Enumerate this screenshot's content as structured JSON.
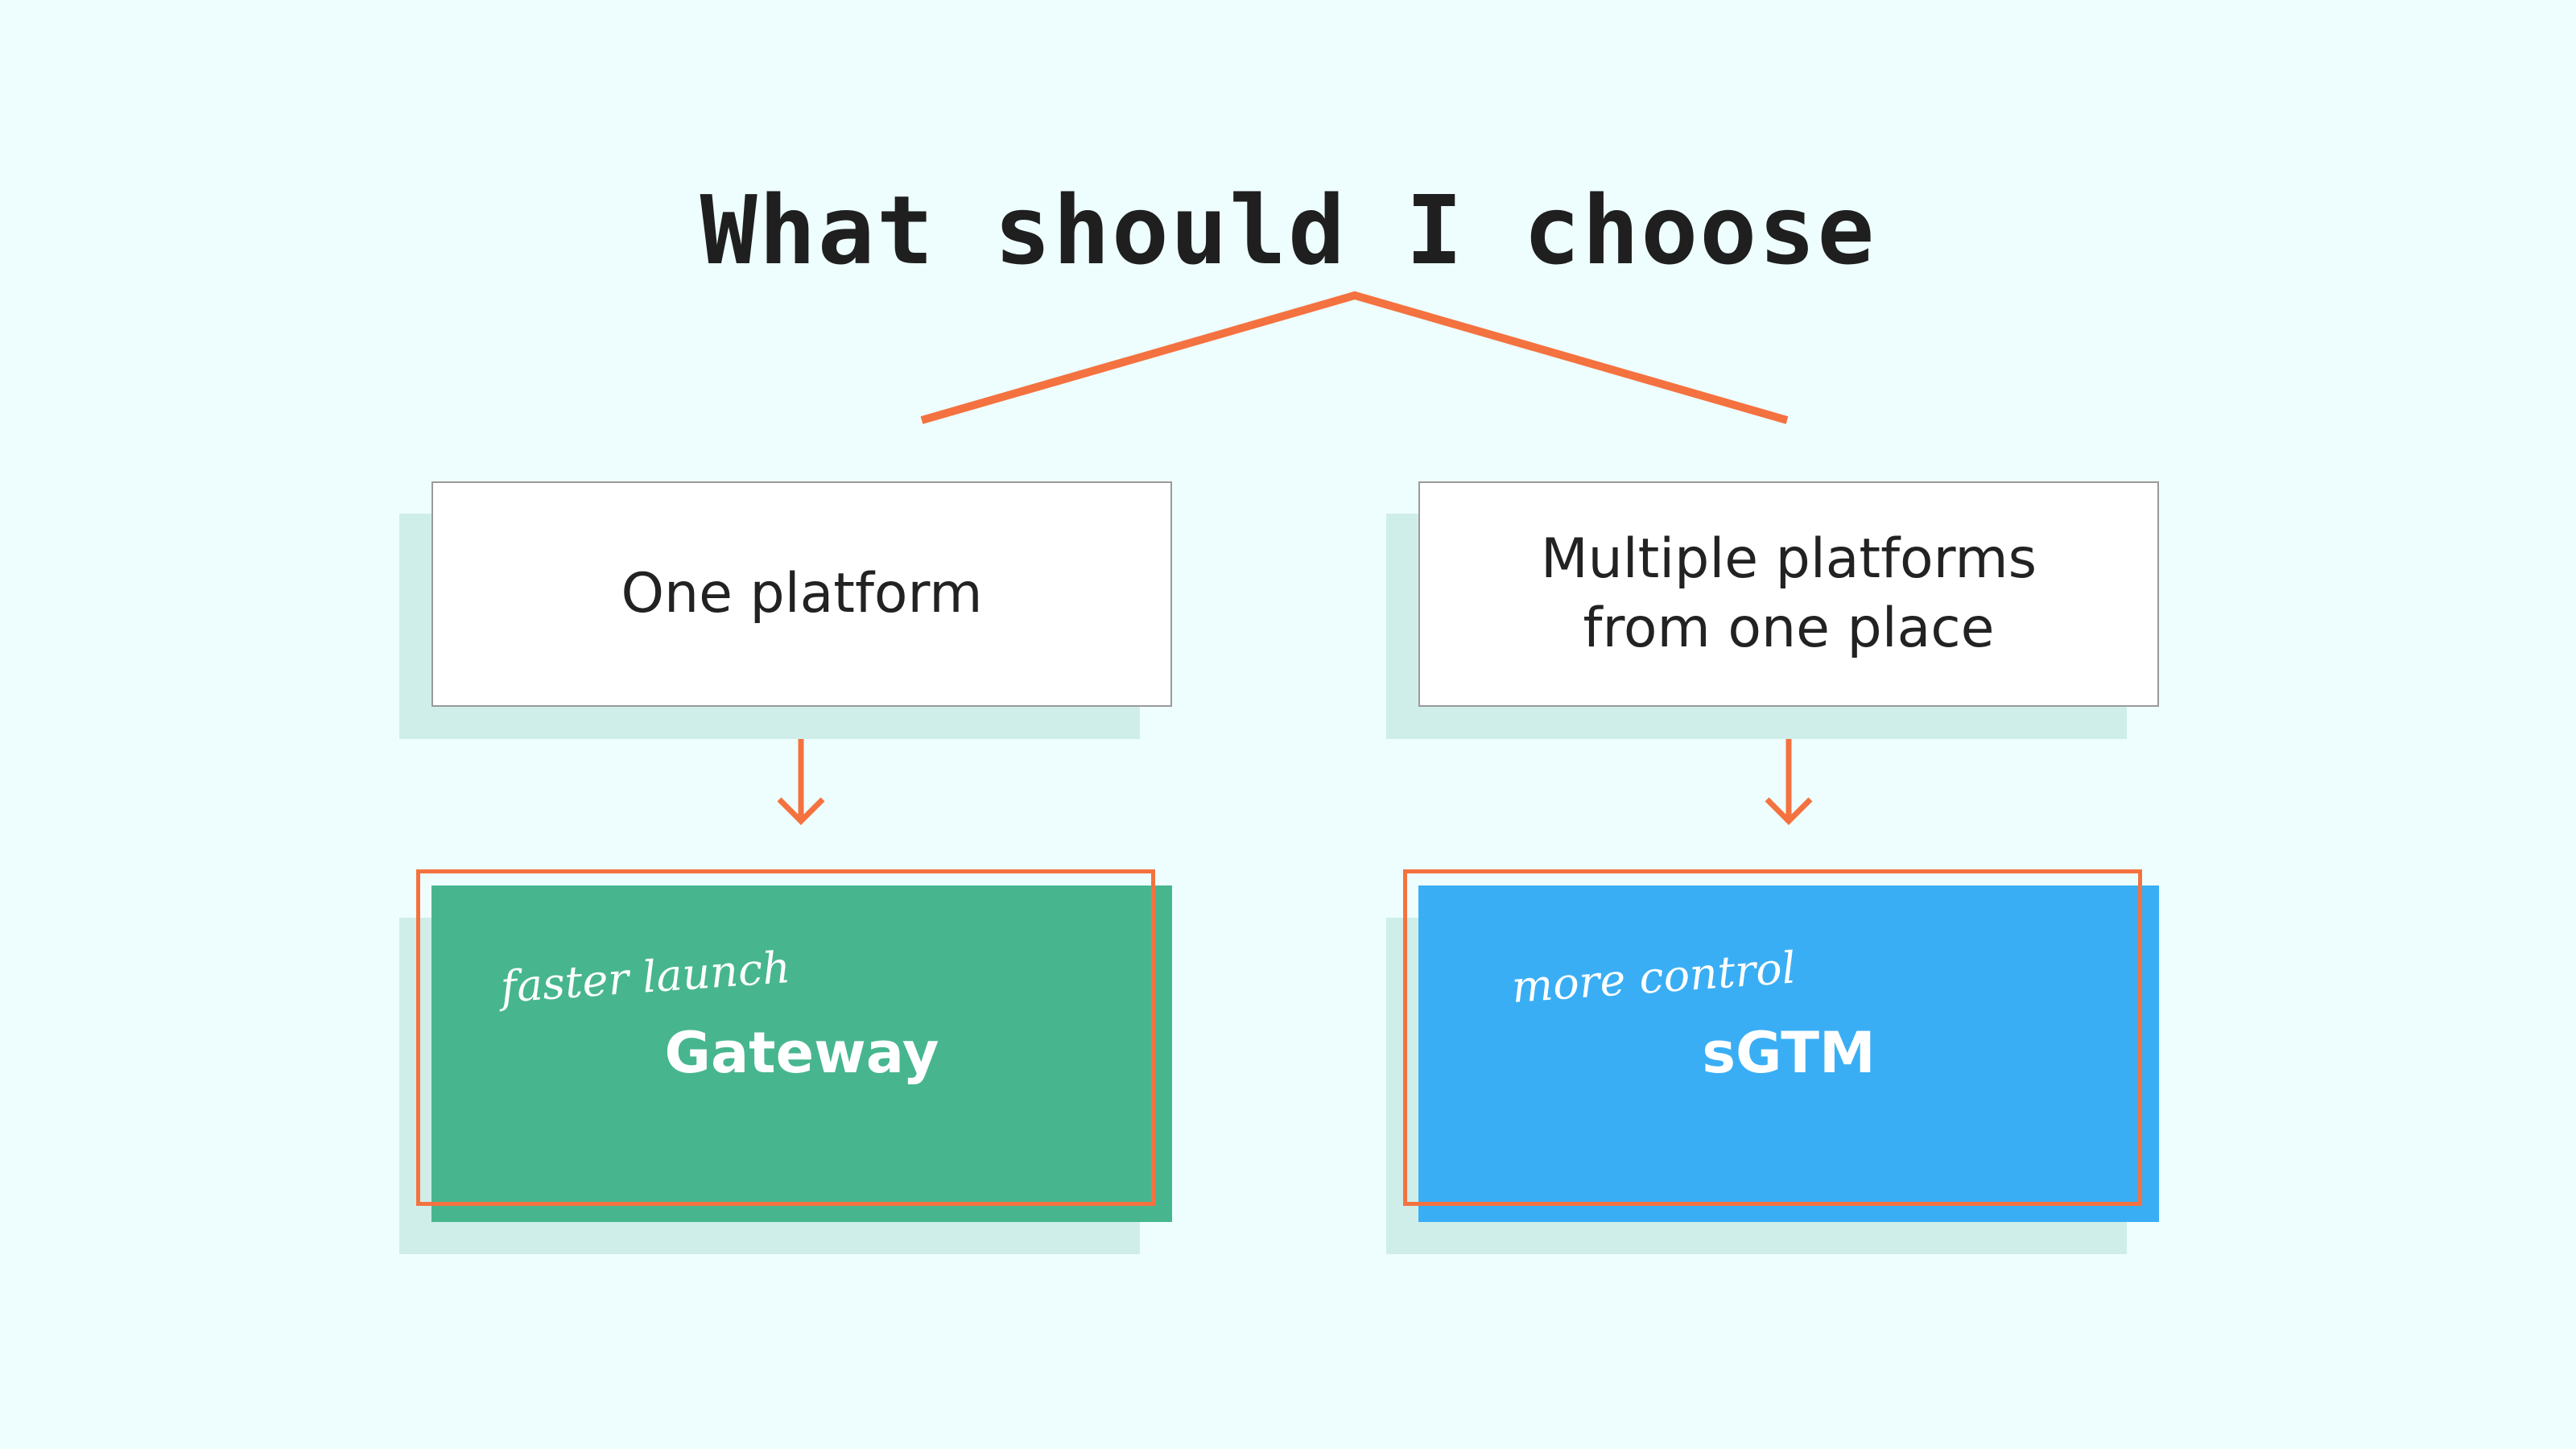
{
  "title": "What should I choose",
  "colors": {
    "background": "#eefefe",
    "accent": "#f47240",
    "shadow": "#cfeeea",
    "left_result": "#47b68f",
    "right_result": "#3aaef4"
  },
  "options": [
    {
      "label_lines": [
        "One platform"
      ],
      "result_name": "Gateway",
      "result_note": "faster launch"
    },
    {
      "label_lines": [
        "Multiple platforms",
        "from one place"
      ],
      "result_name": "sGTM",
      "result_note": "more control"
    }
  ]
}
